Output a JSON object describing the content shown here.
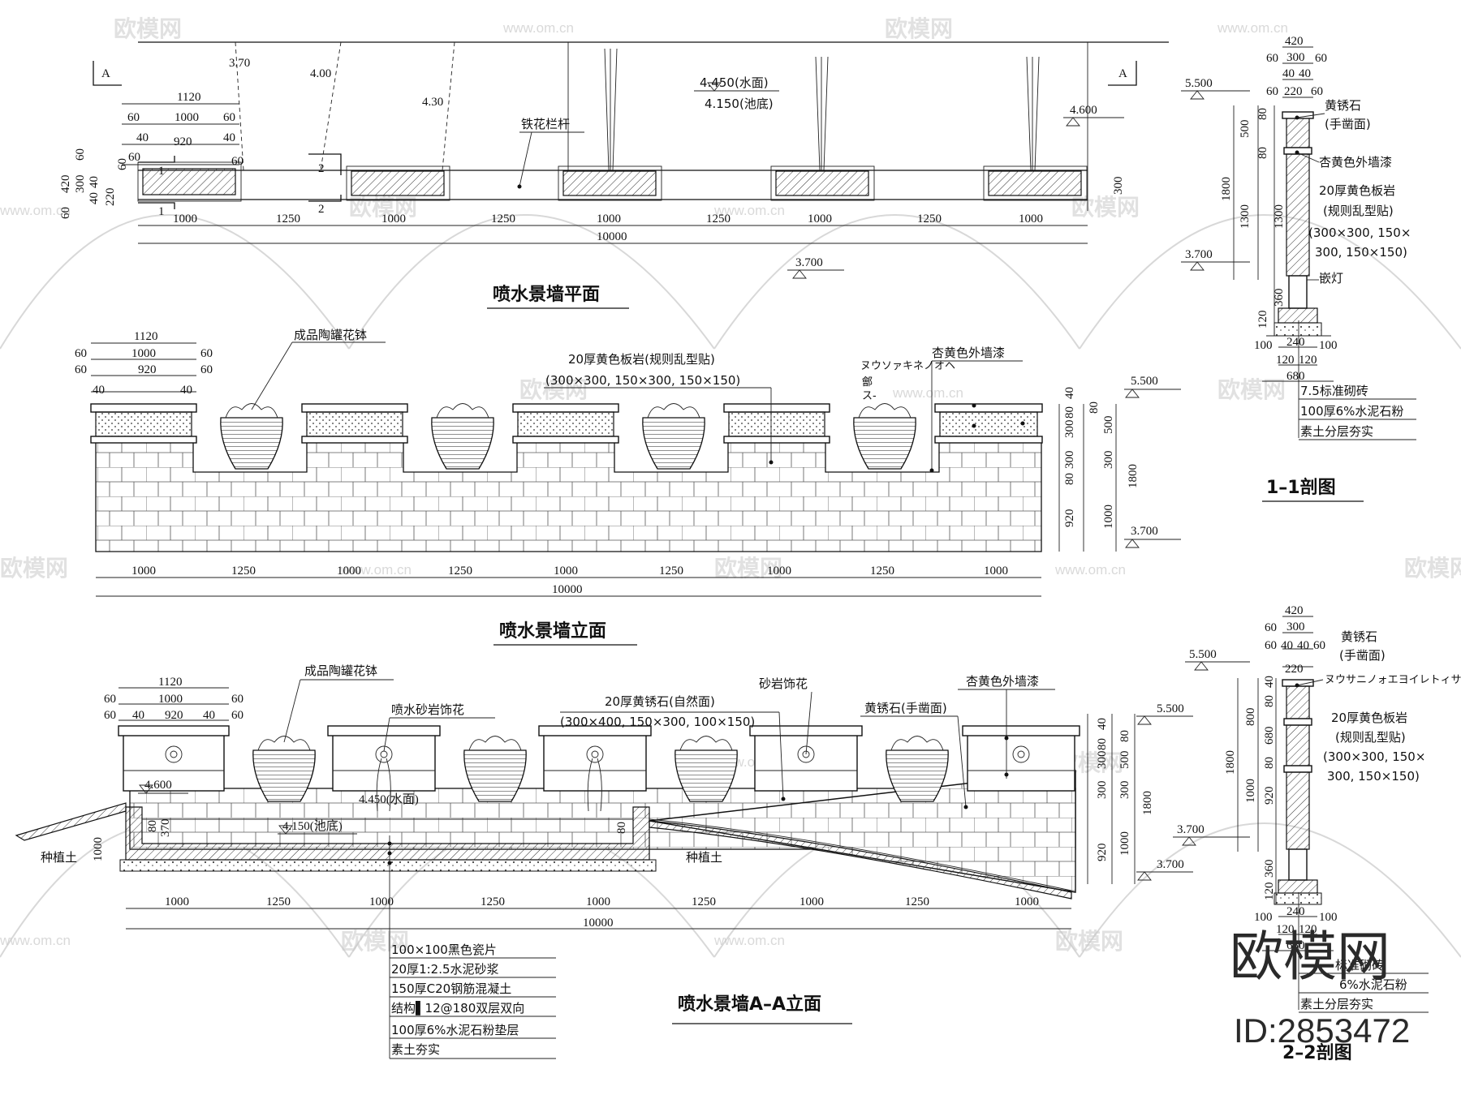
{
  "plan": {
    "title": "喷水景墙平面",
    "section_marks": [
      "A",
      "A",
      "1",
      "1",
      "2",
      "2"
    ],
    "levels": [
      "3.70",
      "4.00",
      "4.30",
      "4.450(水面)",
      "4.150(池底)",
      "4.600",
      "3.700"
    ],
    "label_rail": "铁花栏杆",
    "top_dims": [
      "1120",
      "60",
      "1000",
      "60",
      "40",
      "920",
      "40",
      "60",
      "60"
    ],
    "side_dims": [
      "420",
      "60",
      "300",
      "60",
      "220",
      "40",
      "40",
      "60",
      "300"
    ],
    "bottom_dims": [
      "1000",
      "1250",
      "1000",
      "1250",
      "1000",
      "1250",
      "1000",
      "1250",
      "1000"
    ],
    "total": "10000"
  },
  "elev": {
    "title": "喷水景墙立面",
    "label_pot": "成品陶罐花钵",
    "label_slate": "20厚黄色板岩(规则乱型贴)",
    "label_slate2": "(300×300, 150×300, 150×150)",
    "label_paint": "杏黄色外墙漆",
    "garbled": [
      "ヌウソァキネノオヘ",
      "鄶",
      "ス-"
    ],
    "top_dims": [
      "1120",
      "60",
      "1000",
      "60",
      "60",
      "920",
      "60",
      "40",
      "40"
    ],
    "right_dims": [
      "40",
      "80",
      "300",
      "80",
      "500",
      "300",
      "300",
      "80",
      "920",
      "1000",
      "1800"
    ],
    "levels": [
      "5.500",
      "3.700"
    ],
    "bottom_dims": [
      "1000",
      "1250",
      "1000",
      "1250",
      "1000",
      "1250",
      "1000",
      "1250",
      "1000"
    ],
    "total": "10000"
  },
  "aa": {
    "title": "喷水景墙A–A立面",
    "label_pot": "成品陶罐花钵",
    "label_spray": "喷水砂岩饰花",
    "label_yellowstone": "20厚黄锈石(自然面)",
    "label_yellowstone2": "(300×400, 150×300, 100×150)",
    "label_sandstone": "砂岩饰花",
    "label_paint": "杏黄色外墙漆",
    "label_chiseled": "黄锈石(手凿面)",
    "label_soil": "种植土",
    "top_dims": [
      "1120",
      "60",
      "1000",
      "60",
      "60",
      "40",
      "920",
      "40",
      "60"
    ],
    "levels": [
      "4.600",
      "4.450(水面)",
      "4.150(池底)",
      "5.500",
      "3.700"
    ],
    "small_dims": [
      "80",
      "370",
      "80",
      "1000"
    ],
    "right_dims": [
      "40",
      "80",
      "300",
      "80",
      "500",
      "300",
      "300",
      "920",
      "1000",
      "1800"
    ],
    "bottom_dims": [
      "1000",
      "1250",
      "1000",
      "1250",
      "1000",
      "1250",
      "1000",
      "1250",
      "1000"
    ],
    "total": "10000",
    "layers": [
      "100×100黑色瓷片",
      "20厚1:2.5水泥砂浆",
      "150厚C20钢筋混凝土",
      "结构▌12@180双层双向",
      "100厚6%水泥石粉垫层",
      "素土夯实"
    ]
  },
  "s11": {
    "title": "1–1剖图",
    "top_dims": [
      "420",
      "300",
      "60",
      "60",
      "40",
      "40",
      "60",
      "220",
      "60"
    ],
    "levels": [
      "5.500",
      "3.700"
    ],
    "vert_dims": [
      "500",
      "80",
      "80",
      "1800",
      "1300",
      "1300",
      "360",
      "120"
    ],
    "labels": [
      "黄锈石",
      "(手凿面)",
      "杏黄色外墙漆",
      "20厚黄色板岩",
      "(规则乱型贴)",
      "(300×300, 150×",
      "300, 150×150)",
      "嵌灯"
    ],
    "base_dims": [
      "240",
      "100",
      "100",
      "120",
      "120",
      "680"
    ],
    "layers": [
      "7.5标准砌砖",
      "100厚6%水泥石粉",
      "素土分层夯实"
    ]
  },
  "s22": {
    "title": "2–2剖图",
    "top_dims": [
      "420",
      "300",
      "60",
      "60",
      "40",
      "40",
      "60",
      "220"
    ],
    "levels": [
      "5.500",
      "3.700"
    ],
    "vert_dims": [
      "40",
      "80",
      "800",
      "680",
      "80",
      "1800",
      "1000",
      "920",
      "360",
      "120"
    ],
    "labels": [
      "黄锈石",
      "(手凿面)",
      "ヌウサニノォエヨイレトィサメ",
      "20厚黄色板岩",
      "(规则乱型贴)",
      "(300×300, 150×",
      "300, 150×150)"
    ],
    "base_dims": [
      "240",
      "100",
      "100",
      "120",
      "120",
      "680"
    ],
    "layers": [
      "标准砌砖",
      "6%水泥石粉",
      "素土分层夯实"
    ]
  },
  "watermark": {
    "brand": "欧模网",
    "url": "www.om.cn",
    "id": "ID:2853472"
  }
}
